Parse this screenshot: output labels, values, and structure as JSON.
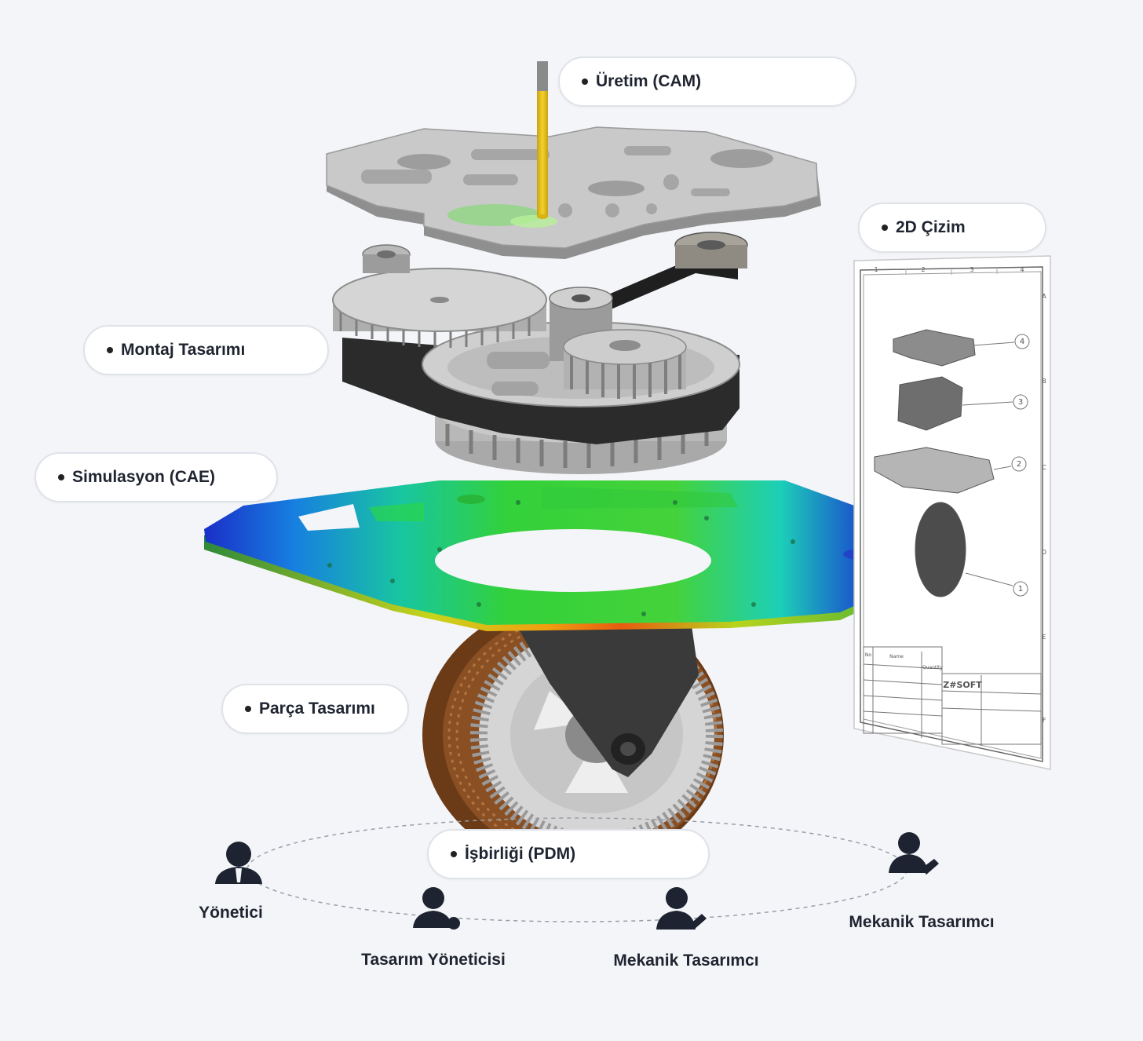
{
  "labels": {
    "cam": "Üretim (CAM)",
    "drawing_2d": "2D Çizim",
    "assembly": "Montaj Tasarımı",
    "simulation": "Simulasyon (CAE)",
    "part": "Parça Tasarımı",
    "pdm": "İşbirliği (PDM)"
  },
  "roles": {
    "manager": "Yönetici",
    "design_manager": "Tasarım Yöneticisi",
    "mech_designer_1": "Mekanik Tasarımcı",
    "mech_designer_2": "Mekanik Tasarımcı"
  },
  "drawing_sheet": {
    "brand": "Z#SOFT",
    "columns": [
      "1",
      "2",
      "3",
      "4"
    ],
    "rows": [
      "A",
      "B",
      "C",
      "D",
      "E",
      "F"
    ],
    "balloons": [
      "4",
      "3",
      "2",
      "1"
    ],
    "table_headers": [
      "No",
      "Name",
      "Quantity"
    ]
  },
  "colors": {
    "background": "#f4f5f8",
    "pill_border": "#dfe2e8",
    "text": "#1f2430",
    "gear_bronze": "#8a5024",
    "tool_yellow": "#e8c21a"
  }
}
